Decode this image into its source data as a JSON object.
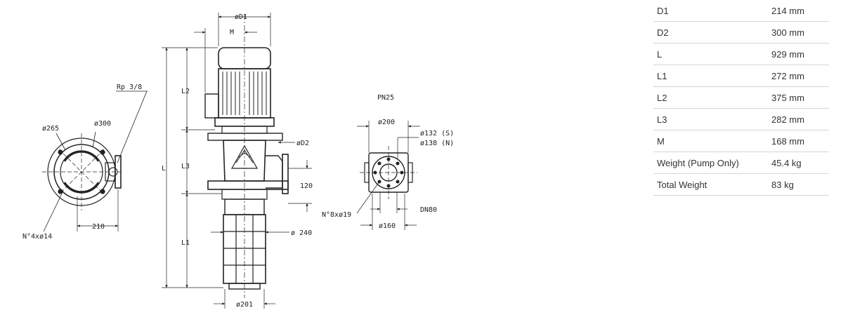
{
  "drawing": {
    "left_view": {
      "tap_label": "Rp 3/8",
      "d_outer_label": "ø265",
      "d_flange_label": "ø300",
      "bolt_label": "N°4xø14",
      "offset_label": "210"
    },
    "side_view": {
      "d1_label": "øD1",
      "m_label": "M",
      "l_label": "L",
      "l1_label": "L1",
      "l2_label": "L2",
      "l3_label": "L3",
      "d2_label": "øD2",
      "d240_label": "ø 240",
      "height_label": "120",
      "base_label": "ø201"
    },
    "flange_view": {
      "rating_label": "PN25",
      "d200_label": "ø200",
      "d132_label": "ø132 (S)",
      "d138_label": "ø138 (N)",
      "bolts_label": "N°8xø19",
      "dn_label": "DN80",
      "d160_label": "ø160"
    }
  },
  "specs": [
    {
      "label": "D1",
      "value": "214 mm"
    },
    {
      "label": "D2",
      "value": "300 mm"
    },
    {
      "label": "L",
      "value": "929 mm"
    },
    {
      "label": "L1",
      "value": "272 mm"
    },
    {
      "label": "L2",
      "value": "375 mm"
    },
    {
      "label": "L3",
      "value": "282 mm"
    },
    {
      "label": "M",
      "value": "168 mm"
    },
    {
      "label": "Weight (Pump Only)",
      "value": "45.4 kg"
    },
    {
      "label": "Total Weight",
      "value": "83 kg"
    }
  ]
}
